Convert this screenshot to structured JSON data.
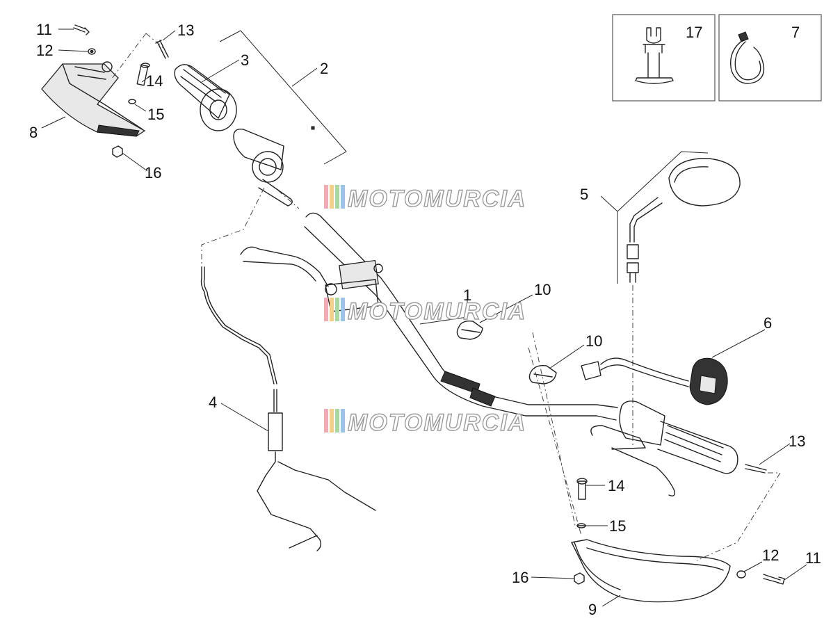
{
  "watermark": {
    "text": "MOTOMURCIA",
    "stripe_colors": [
      "#f4a9b6",
      "#f2d08a",
      "#a8d8a0",
      "#9cc3e8"
    ]
  },
  "callouts": {
    "n1": "1",
    "n2": "2",
    "n3": "3",
    "n4": "4",
    "n5": "5",
    "n6": "6",
    "n7": "7",
    "n8": "8",
    "n9": "9",
    "n10": "10",
    "n11": "11",
    "n12": "12",
    "n13": "13",
    "n14": "14",
    "n15": "15",
    "n16": "16",
    "n17": "17"
  }
}
